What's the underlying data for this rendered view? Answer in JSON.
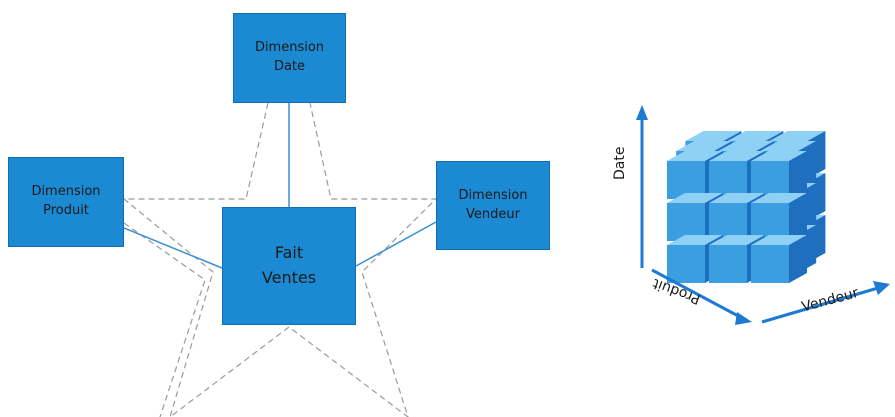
{
  "star_schema": {
    "date": {
      "line1": "Dimension",
      "line2": "Date"
    },
    "produit": {
      "line1": "Dimension",
      "line2": "Produit"
    },
    "vendeur": {
      "line1": "Dimension",
      "line2": "Vendeur"
    },
    "fait": {
      "line1": "Fait",
      "line2": "Ventes"
    }
  },
  "cube": {
    "axis_date": "Date",
    "axis_produit": "Produit",
    "axis_vendeur": "Vendeur"
  },
  "colors": {
    "box": "#1b8ad3",
    "connector": "#3a8fd6",
    "dashed": "#9a9a9a",
    "axis": "#1f7ad1",
    "cube_top": "#8ed1f5",
    "cube_front": "#3a9ee0",
    "cube_side": "#1f6fc0"
  }
}
